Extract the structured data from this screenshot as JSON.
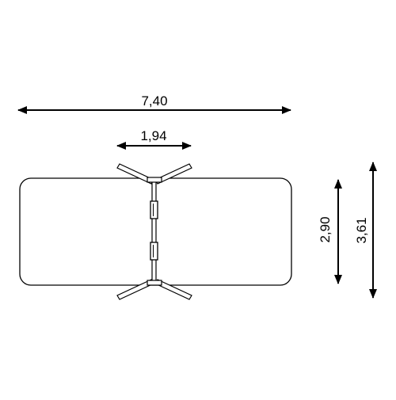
{
  "dimensions": {
    "overall_width": "7,40",
    "frame_width": "1,94",
    "body_height": "2,90",
    "overall_height": "3,61"
  },
  "colors": {
    "line": "#000000",
    "background": "#ffffff"
  }
}
